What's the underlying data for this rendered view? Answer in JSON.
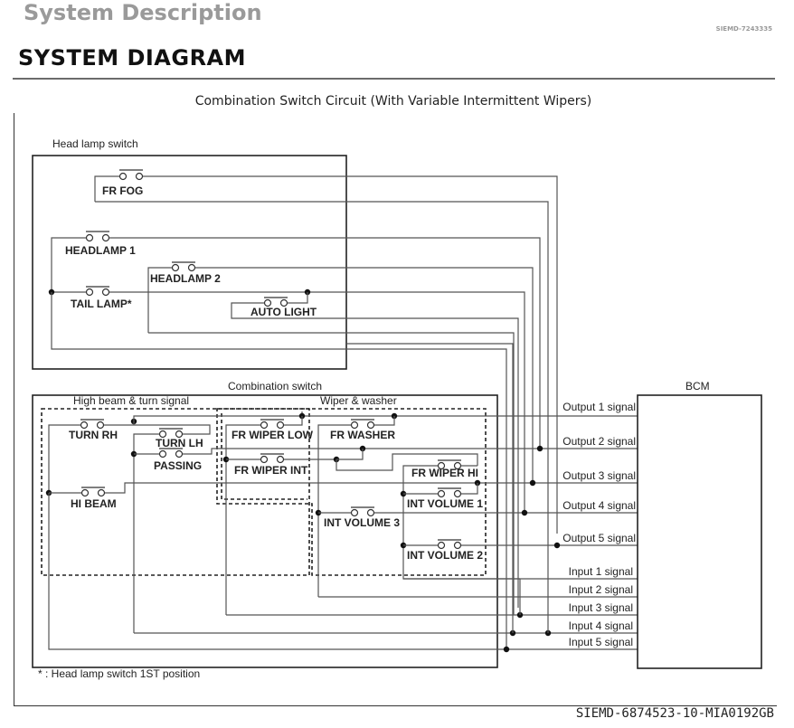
{
  "header": {
    "section_title": "System Description",
    "doc_id": "SIEMD-7243335",
    "page_title": "SYSTEM DIAGRAM"
  },
  "diagram": {
    "caption": "Combination Switch Circuit (With Variable Intermittent Wipers)",
    "figure_id": "SIEMD-6874523-10-MIA0192GB",
    "footnote": "* : Head lamp switch 1ST position",
    "head_lamp_switch": {
      "title": "Head lamp switch",
      "switches": [
        "FR FOG",
        "HEADLAMP 1",
        "HEADLAMP 2",
        "TAIL LAMP*",
        "AUTO LIGHT"
      ]
    },
    "combination_switch": {
      "title": "Combination switch",
      "groups": [
        {
          "title": "High beam & turn signal",
          "switches": [
            "TURN RH",
            "TURN LH",
            "PASSING",
            "HI BEAM"
          ]
        },
        {
          "title": "Wiper & washer",
          "switches": [
            "FR WIPER LOW",
            "FR WASHER",
            "FR WIPER INT",
            "FR WIPER HI",
            "INT VOLUME 1",
            "INT VOLUME 3",
            "INT VOLUME 2"
          ]
        }
      ]
    },
    "bcm": {
      "title": "BCM",
      "outputs": [
        "Output 1 signal",
        "Output 2 signal",
        "Output 3 signal",
        "Output 4 signal",
        "Output 5 signal"
      ],
      "inputs": [
        "Input 1 signal",
        "Input 2 signal",
        "Input 3 signal",
        "Input 4 signal",
        "Input 5 signal"
      ]
    }
  }
}
